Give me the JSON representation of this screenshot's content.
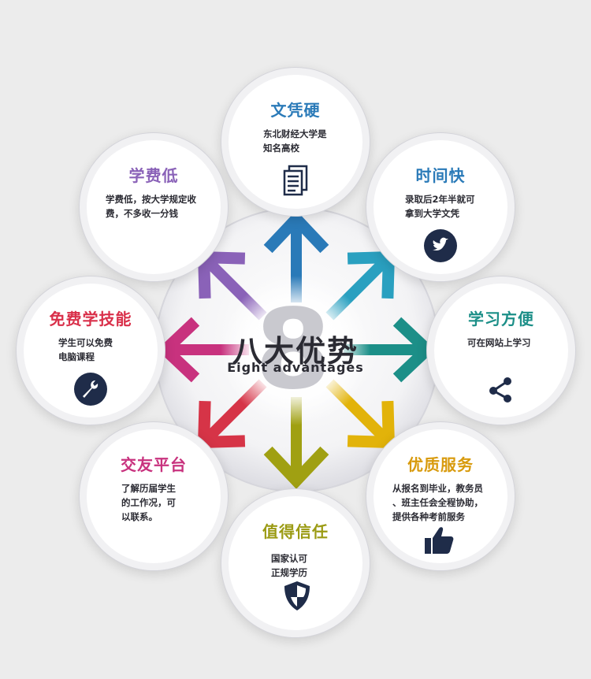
{
  "center": {
    "title": "八大优势",
    "subtitle": "Eight advantages",
    "number": "8"
  },
  "colors": {
    "blue": "#2a7ab8",
    "teal": "#1c8f88",
    "gold": "#d89a0c",
    "olive": "#9b9b14",
    "magenta": "#c8327e",
    "purple": "#8a62b8",
    "navy": "#1f2c49"
  },
  "cards": [
    {
      "id": "wenpingying",
      "title": "文凭硬",
      "desc": [
        "东北财经大学是",
        "知名高校"
      ],
      "icon": "documents-icon",
      "color": "#2a7ab8"
    },
    {
      "id": "shijiankuai",
      "title": "时间快",
      "desc": [
        "录取后2年半就可",
        "拿到大学文凭"
      ],
      "icon": "bird-icon",
      "color": "#2a7ab8"
    },
    {
      "id": "xuexifangbian",
      "title": "学习方便",
      "desc": [
        "可在网站上学习"
      ],
      "icon": "share-icon",
      "color": "#1c8f88"
    },
    {
      "id": "youzhifuwu",
      "title": "优质服务",
      "desc": [
        "从报名到毕业，教务员",
        "、班主任会全程协助，",
        "提供各种考前服务"
      ],
      "icon": "thumbs-up-icon",
      "color": "#d89a0c"
    },
    {
      "id": "zhidexinren",
      "title": "值得信任",
      "desc": [
        "国家认可",
        "正规学历"
      ],
      "icon": "shield-icon",
      "color": "#9b9b14"
    },
    {
      "id": "jiaoyoupingtai",
      "title": "交友平台",
      "desc": [
        "了解历届学生",
        "的工作况，可",
        "以联系。"
      ],
      "icon": "none",
      "color": "#c8327e"
    },
    {
      "id": "mianfeixuejineng",
      "title": "免费学技能",
      "desc": [
        "学生可以免费",
        "电脑课程"
      ],
      "icon": "wrench-icon",
      "color": "#d9304a"
    },
    {
      "id": "xuefeidi",
      "title": "学费低",
      "desc": [
        "学费低，按大学规定收",
        "费，不多收一分钱"
      ],
      "icon": "none",
      "color": "#8a62b8"
    }
  ]
}
